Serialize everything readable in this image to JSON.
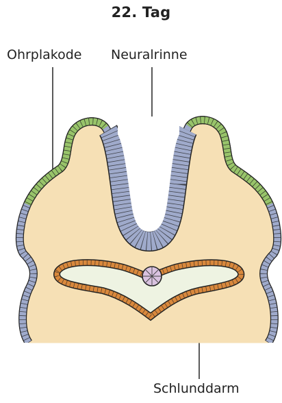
{
  "title": "22. Tag",
  "labels": {
    "ohrplakode": "Ohrplakode",
    "neuralrinne": "Neuralrinne",
    "schlunddarm": "Schlunddarm"
  },
  "colors": {
    "mesoderm": "#F6E0B5",
    "surface_ectoderm": "#9FAACB",
    "placode": "#98C46A",
    "neural_plate": "#9FAACB",
    "gut_wall": "#D9883C",
    "gut_lumen": "#EEF3E2",
    "notochord": "#D9C2E0",
    "outline": "#222222"
  }
}
